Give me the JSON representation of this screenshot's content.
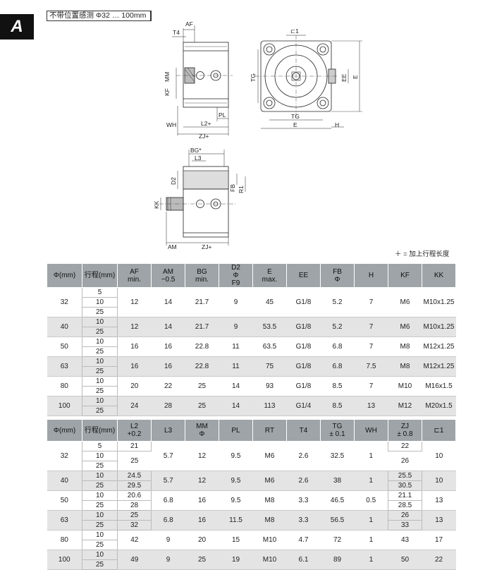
{
  "section_letter": "A",
  "caption": "不带位置感测 Φ32 … 100mm",
  "note": "＋ = 加上行程长度",
  "drawing_labels": {
    "af": "AF",
    "t4": "T4",
    "mm": "MM",
    "kf": "KF",
    "pl": "PL",
    "l2": "L2+",
    "wh": "WH",
    "zj_top": "ZJ+",
    "sq": "⊏1",
    "tg_left": "TG",
    "tg_bottom": "TG",
    "e_bottom": "E",
    "e_right": "E",
    "ee": "EE",
    "h": "H",
    "bg": "BG*",
    "l3": "L3",
    "d2": "D2",
    "fb": "FB",
    "r1": "R1",
    "kk": "KK",
    "am": "AM",
    "zj_bottom": "ZJ+"
  },
  "table1": {
    "headers": [
      "Φ(mm)",
      "行程(mm)",
      "AF\nmin.",
      "AM\n−0.5",
      "BG\nmin.",
      "D2\nΦ\nF9",
      "E\nmax.",
      "EE",
      "FB\nΦ",
      "H",
      "KF",
      "KK"
    ],
    "rows": [
      {
        "bore": "32",
        "strokes": [
          "5",
          "10",
          "25"
        ],
        "values": [
          "12",
          "14",
          "21.7",
          "9",
          "45",
          "G1/8",
          "5.2",
          "7",
          "M6",
          "M10x1.25"
        ]
      },
      {
        "bore": "40",
        "strokes": [
          "10",
          "25"
        ],
        "values": [
          "12",
          "14",
          "21.7",
          "9",
          "53.5",
          "G1/8",
          "5.2",
          "7",
          "M6",
          "M10x1.25"
        ]
      },
      {
        "bore": "50",
        "strokes": [
          "10",
          "25"
        ],
        "values": [
          "16",
          "16",
          "22.8",
          "11",
          "63.5",
          "G1/8",
          "6.8",
          "7",
          "M8",
          "M12x1.25"
        ]
      },
      {
        "bore": "63",
        "strokes": [
          "10",
          "25"
        ],
        "values": [
          "16",
          "16",
          "22.8",
          "11",
          "75",
          "G1/8",
          "6.8",
          "7.5",
          "M8",
          "M12x1.25"
        ]
      },
      {
        "bore": "80",
        "strokes": [
          "10",
          "25"
        ],
        "values": [
          "20",
          "22",
          "25",
          "14",
          "93",
          "G1/8",
          "8.5",
          "7",
          "M10",
          "M16x1.5"
        ]
      },
      {
        "bore": "100",
        "strokes": [
          "10",
          "25"
        ],
        "values": [
          "24",
          "28",
          "25",
          "14",
          "113",
          "G1/4",
          "8.5",
          "13",
          "M12",
          "M20x1.5"
        ]
      }
    ]
  },
  "table2": {
    "headers": [
      "Φ(mm)",
      "行程(mm)",
      "L2\n+0.2",
      "L3",
      "MM\nΦ",
      "PL",
      "RT",
      "T4",
      "TG\n± 0.1",
      "WH",
      "ZJ\n± 0.8",
      "⊏1"
    ],
    "rows": [
      {
        "bore": "32",
        "strokes": [
          "5",
          "10",
          "25"
        ],
        "l2": [
          "21",
          "25"
        ],
        "l3": "5.7",
        "mm": "12",
        "pl": "9.5",
        "rt": "M6",
        "t4": "2.6",
        "tg": "32.5",
        "wh": "1",
        "zj": [
          "22",
          "26"
        ],
        "sq": "10"
      },
      {
        "bore": "40",
        "strokes": [
          "10",
          "25"
        ],
        "l2": [
          "24.5",
          "29.5"
        ],
        "l3": "5.7",
        "mm": "12",
        "pl": "9.5",
        "rt": "M6",
        "t4": "2.6",
        "tg": "38",
        "wh": "1",
        "zj": [
          "25.5",
          "30.5"
        ],
        "sq": "10"
      },
      {
        "bore": "50",
        "strokes": [
          "10",
          "25"
        ],
        "l2": [
          "20.6",
          "28"
        ],
        "l3": "6.8",
        "mm": "16",
        "pl": "9.5",
        "rt": "M8",
        "t4": "3.3",
        "tg": "46.5",
        "wh": "0.5",
        "zj": [
          "21.1",
          "28.5"
        ],
        "sq": "13"
      },
      {
        "bore": "63",
        "strokes": [
          "10",
          "25"
        ],
        "l2": [
          "25",
          "32"
        ],
        "l3": "6.8",
        "mm": "16",
        "pl": "11.5",
        "rt": "M8",
        "t4": "3.3",
        "tg": "56.5",
        "wh": "1",
        "zj": [
          "26",
          "33"
        ],
        "sq": "13"
      },
      {
        "bore": "80",
        "strokes": [
          "10",
          "25"
        ],
        "l2": [
          "42"
        ],
        "l3": "9",
        "mm": "20",
        "pl": "15",
        "rt": "M10",
        "t4": "4.7",
        "tg": "72",
        "wh": "1",
        "zj": [
          "43"
        ],
        "sq": "17"
      },
      {
        "bore": "100",
        "strokes": [
          "10",
          "25"
        ],
        "l2": [
          "49"
        ],
        "l3": "9",
        "mm": "25",
        "pl": "19",
        "rt": "M10",
        "t4": "6.1",
        "tg": "89",
        "wh": "1",
        "zj": [
          "50"
        ],
        "sq": "22"
      }
    ]
  }
}
